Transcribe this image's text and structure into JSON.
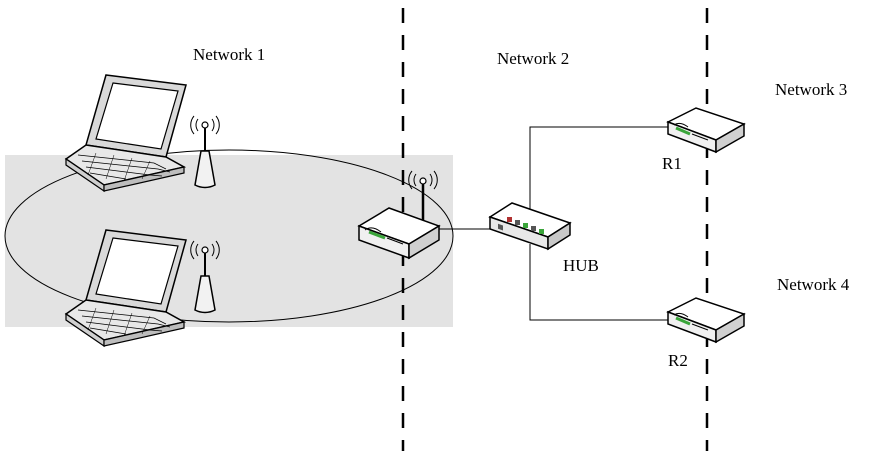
{
  "labels": {
    "network1": "Network 1",
    "network2": "Network 2",
    "network3": "Network 3",
    "network4": "Network 4",
    "router1": "R1",
    "router2": "R2",
    "hub": "HUB"
  },
  "icons": {
    "laptop": "laptop-icon",
    "antenna": "wireless-antenna-icon",
    "access_point": "wireless-access-point-icon",
    "hub": "network-hub-icon",
    "router": "router-icon"
  },
  "colors": {
    "area_fill": "#e3e3e3",
    "line": "#000000",
    "device_body": "#ffffff",
    "device_led": "#3aa53a"
  }
}
